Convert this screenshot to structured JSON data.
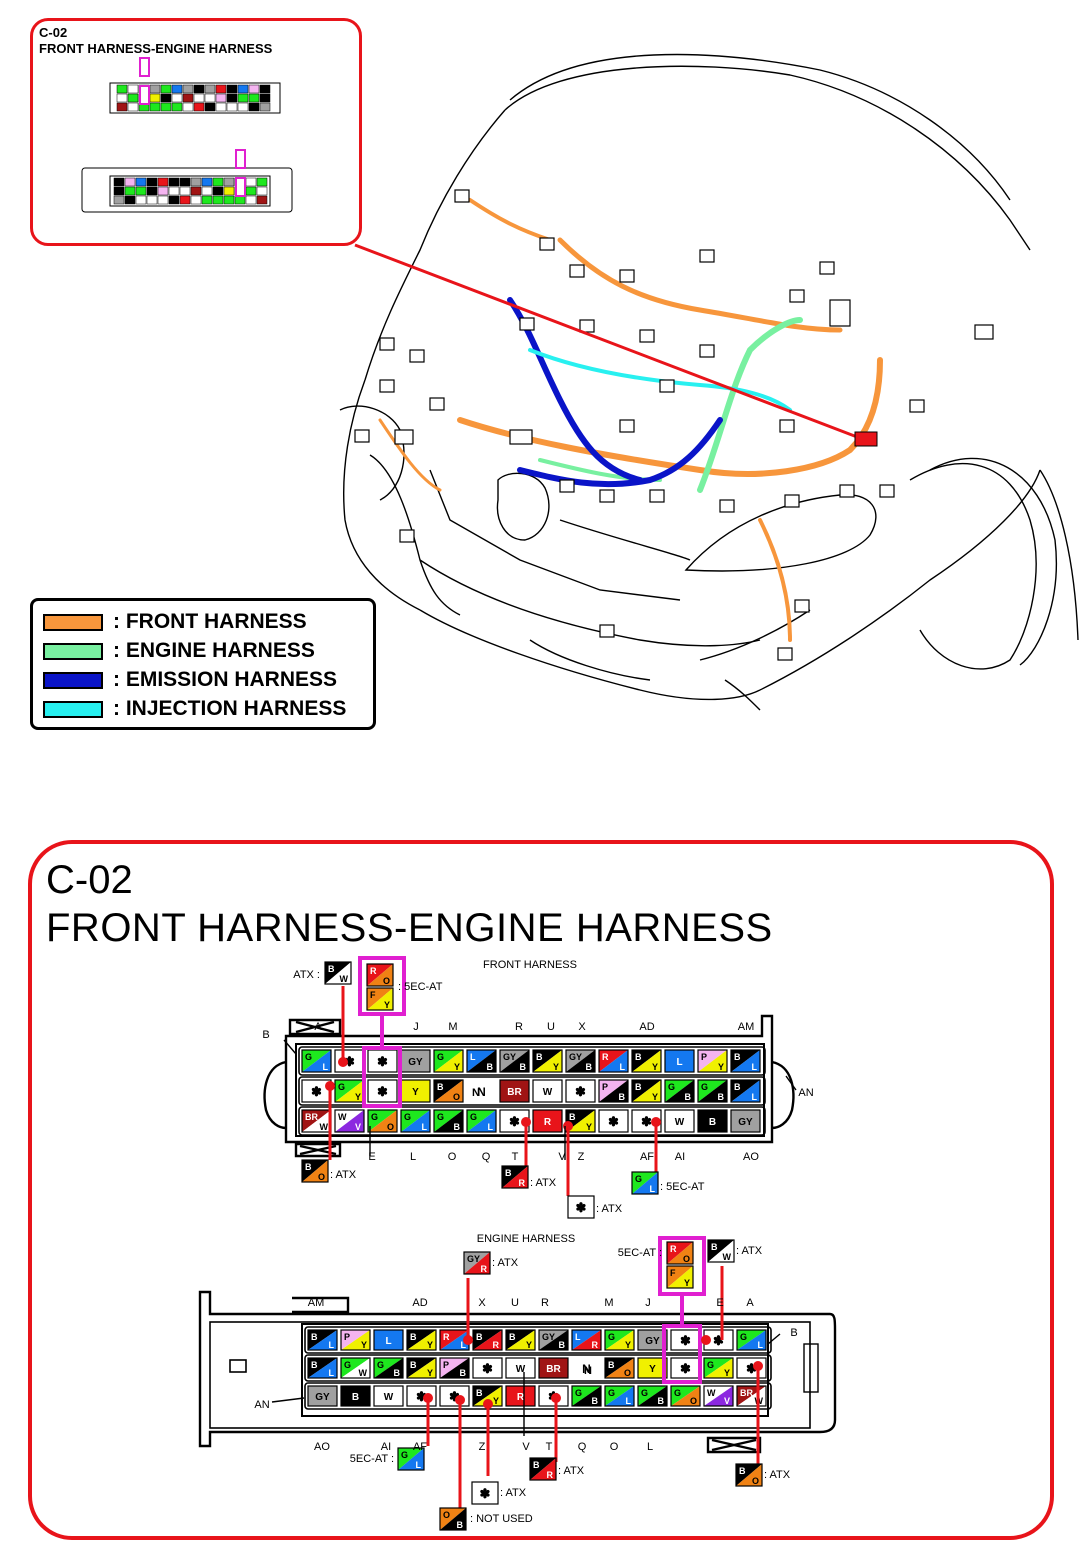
{
  "inset": {
    "code": "C-02",
    "title": "FRONT HARNESS-ENGINE HARNESS"
  },
  "legend": [
    {
      "label": ": FRONT HARNESS",
      "color": "#f7963c"
    },
    {
      "label": ": ENGINE HARNESS",
      "color": "#78f0a0"
    },
    {
      "label": ": EMISSION HARNESS",
      "color": "#0a14c8"
    },
    {
      "label": ": INJECTION HARNESS",
      "color": "#28f0f0"
    }
  ],
  "main": {
    "code": "C-02",
    "title": "FRONT HARNESS-ENGINE HARNESS"
  },
  "front_connector": {
    "heading": "FRONT HARNESS",
    "top_labels": [
      "A",
      "J",
      "M",
      "R",
      "U",
      "X",
      "AD",
      "AM"
    ],
    "bottom_labels": [
      "E",
      "L",
      "O",
      "Q",
      "T",
      "V",
      "Z",
      "AF",
      "AI",
      "AO"
    ],
    "side_labels": {
      "left": "B",
      "right": "AN",
      "inner": "N"
    },
    "callouts": [
      {
        "text": "ATX :",
        "wire": "B/W"
      },
      {
        "text": ": 5EC-AT",
        "wire": "R/O, F/Y"
      },
      {
        "text": ": ATX",
        "wire": "B/O"
      },
      {
        "text": ": ATX",
        "wire": "B/R"
      },
      {
        "text": ": 5EC-AT",
        "wire": "G/L"
      },
      {
        "text": ": ATX",
        "wire": "✽"
      }
    ],
    "rows": [
      [
        "G/L",
        "✽",
        "✽",
        "GY",
        "G/Y",
        "L/B",
        "GY/B",
        "B/Y",
        "GY/B",
        "R/L",
        "B/Y",
        "L",
        "P/Y",
        "B/L"
      ],
      [
        "✽",
        "G/Y",
        "✽",
        "Y",
        "B/O",
        "N",
        "BR",
        "W",
        "✽",
        "P/B",
        "B/Y",
        "G/B",
        "G/B",
        "B/L"
      ],
      [
        "BR/W",
        "W/V",
        "G/O",
        "G/L",
        "G/B",
        "G/L",
        "✽",
        "R",
        "B/Y",
        "✽",
        "✽",
        "W",
        "B",
        "GY"
      ]
    ]
  },
  "engine_connector": {
    "heading": "ENGINE HARNESS",
    "top_labels": [
      "AM",
      "AD",
      "X",
      "U",
      "R",
      "M",
      "J",
      "E",
      "A"
    ],
    "bottom_labels": [
      "AO",
      "AI",
      "AF",
      "Z",
      "V",
      "T",
      "Q",
      "O",
      "L"
    ],
    "side_labels": {
      "left": "AN",
      "right": "B",
      "inner": "N"
    },
    "callouts": [
      {
        "text": ": ATX",
        "wire": "GY/R"
      },
      {
        "text": "5EC-AT :",
        "wire": "R/O, F/Y"
      },
      {
        "text": ": ATX",
        "wire": "B/W"
      },
      {
        "text": "5EC-AT :",
        "wire": "G/L"
      },
      {
        "text": ": ATX",
        "wire": "B/R"
      },
      {
        "text": ": ATX",
        "wire": "✽"
      },
      {
        "text": ": ATX",
        "wire": "B/O"
      },
      {
        "text": ": NOT USED",
        "wire": "O/B"
      }
    ],
    "rows": [
      [
        "B/L",
        "P/Y",
        "L",
        "B/Y",
        "R/L",
        "B/R",
        "B/Y",
        "GY/B",
        "L/R",
        "G/Y",
        "GY",
        "✽",
        "✽",
        "G/L"
      ],
      [
        "B/L",
        "G/W",
        "G/B",
        "B/Y",
        "P/B",
        "✽",
        "W",
        "BR",
        "N",
        "B/O",
        "Y",
        "✽",
        "G/Y",
        "✽"
      ],
      [
        "GY",
        "B",
        "W",
        "✽",
        "✽",
        "B/Y",
        "R",
        "✽",
        "G/B",
        "G/L",
        "G/B",
        "G/O",
        "W/V",
        "BR/W"
      ]
    ]
  }
}
